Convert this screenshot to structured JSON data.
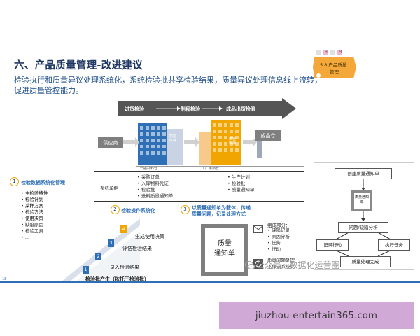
{
  "slide": {
    "title": "六、产品质量管理-改进建议",
    "subtitle": "检验执行和质量异议处理系统化，系统检验批共享检验结果，质量异议处理信息线上流转，促进质量管控能力。",
    "badge": {
      "letters": [
        "H",
        "M"
      ],
      "text_line1": "5.8 产品质量",
      "text_line2": "管理"
    },
    "flow": {
      "stages": [
        "进货检验",
        "制程检验",
        "成品出货检验"
      ]
    },
    "warehouse": {
      "supplier": "供应商",
      "store1": "质检库存",
      "store2": "质检库存",
      "finished": "成品仓",
      "label1": "一般材料仓",
      "label2": "工厂半熟仓"
    },
    "system_docs": {
      "label": "系统单据",
      "left_items": [
        "采购订单",
        "入库物料凭证",
        "检验批",
        "进料质量通知单"
      ],
      "right_items": [
        "生产计划",
        "检验批",
        "质量通知单"
      ]
    },
    "section1": {
      "num": "1",
      "title": "检验数据系统化管理",
      "items": [
        "主检验特性",
        "检验计划",
        "采样方案",
        "检验方法",
        "使用决策",
        "缺陷原因",
        "检验工具",
        "..."
      ]
    },
    "section2": {
      "num": "2",
      "title": "检验操作系统化",
      "steps": [
        {
          "num": "1",
          "label": "录入检验结果"
        },
        {
          "num": "2",
          "label": ""
        },
        {
          "num": "3",
          "label": "评估检验结果"
        },
        {
          "num": "4",
          "label": "生成使用决策"
        }
      ],
      "bottom": "检验批产生（依托于检验批）"
    },
    "section3": {
      "num": "3",
      "title_line1": "以质量通知单为载体，传递",
      "title_line2": "质量问题，记录处理方式",
      "doc_line1": "质量",
      "doc_line2": "通知单",
      "parts_title": "组成部分：",
      "parts": [
        "缺陷记录",
        "原因分析",
        "任务",
        "行动"
      ],
      "loop_line1": "质量问题处理",
      "loop_line2": "工作流系统化"
    },
    "flowchart": {
      "create": "创建质量通知单",
      "doc": "质量通知单",
      "analysis": "问题/缺陷分析",
      "record": "记录行动",
      "execute": "执行任务",
      "done": "质量处理完成"
    },
    "page_number": "18",
    "watermark": "公众号 · 数据化运营圈"
  },
  "footer": {
    "url": "jiuzhou-entertain365.com"
  },
  "colors": {
    "title": "#1f3763",
    "accent_orange": "#f0a500",
    "blue": "#2f6fb5",
    "grey": "#7f7f7f",
    "banner": "#d1a9d6"
  }
}
